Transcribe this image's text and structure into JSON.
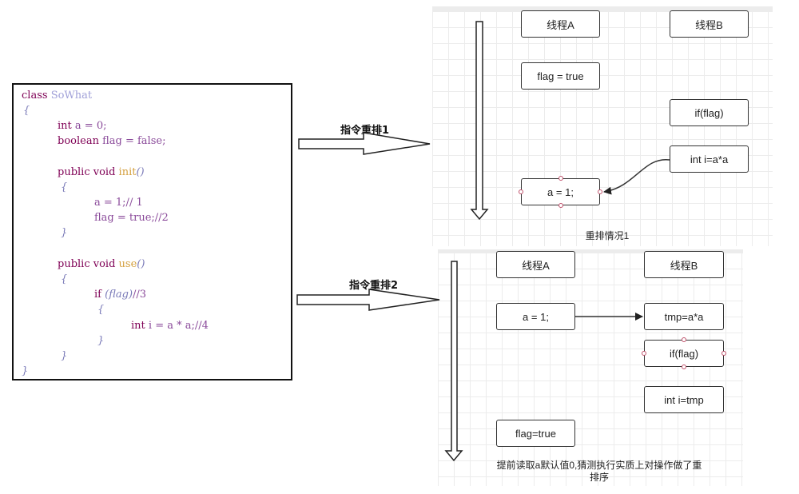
{
  "code": {
    "class_kw": "class",
    "class_name": "SoWhat",
    "open_brace": "{",
    "field_a_type": "int",
    "field_a_rest": "a = 0;",
    "field_flag_type": "boolean",
    "field_flag_rest": "flag = false;",
    "init_sig_kw": "public void",
    "init_name": "init",
    "init_parens": "()",
    "init_open": "{",
    "init_line1": "a = 1;// 1",
    "init_line2": "flag = true;//2",
    "init_close": "}",
    "use_sig_kw": "public void",
    "use_name": "use",
    "use_parens": "()",
    "use_open": "{",
    "if_kw": "if",
    "if_cond": "(flag)",
    "if_comment": "//3",
    "if_open": "{",
    "body_type": "int",
    "body_rest": "i = a * a;//4",
    "if_close": "}",
    "use_close": "}",
    "close_brace": "}"
  },
  "arrows": {
    "label1": "指令重排1",
    "label2": "指令重排2"
  },
  "diagram1": {
    "thread_a": "线程A",
    "thread_b": "线程B",
    "flag_true": "flag = true",
    "if_flag": "if(flag)",
    "int_i": "int i=a*a",
    "a_eq_1": "a = 1;",
    "caption": "重排情况1"
  },
  "diagram2": {
    "thread_a": "线程A",
    "thread_b": "线程B",
    "a_eq_1": "a = 1;",
    "tmp": "tmp=a*a",
    "if_flag": "if(flag)",
    "int_i": "int i=tmp",
    "flag_true": "flag=true",
    "caption_line1": "提前读取a默认值0,猜测执行实质上对操作做了重",
    "caption_line2": "排序"
  },
  "colors": {
    "keyword": "#7f0055",
    "method": "#d4a040",
    "identifier": "#8a4a9a",
    "handle": "#c0506a",
    "grid": "#ececec"
  }
}
